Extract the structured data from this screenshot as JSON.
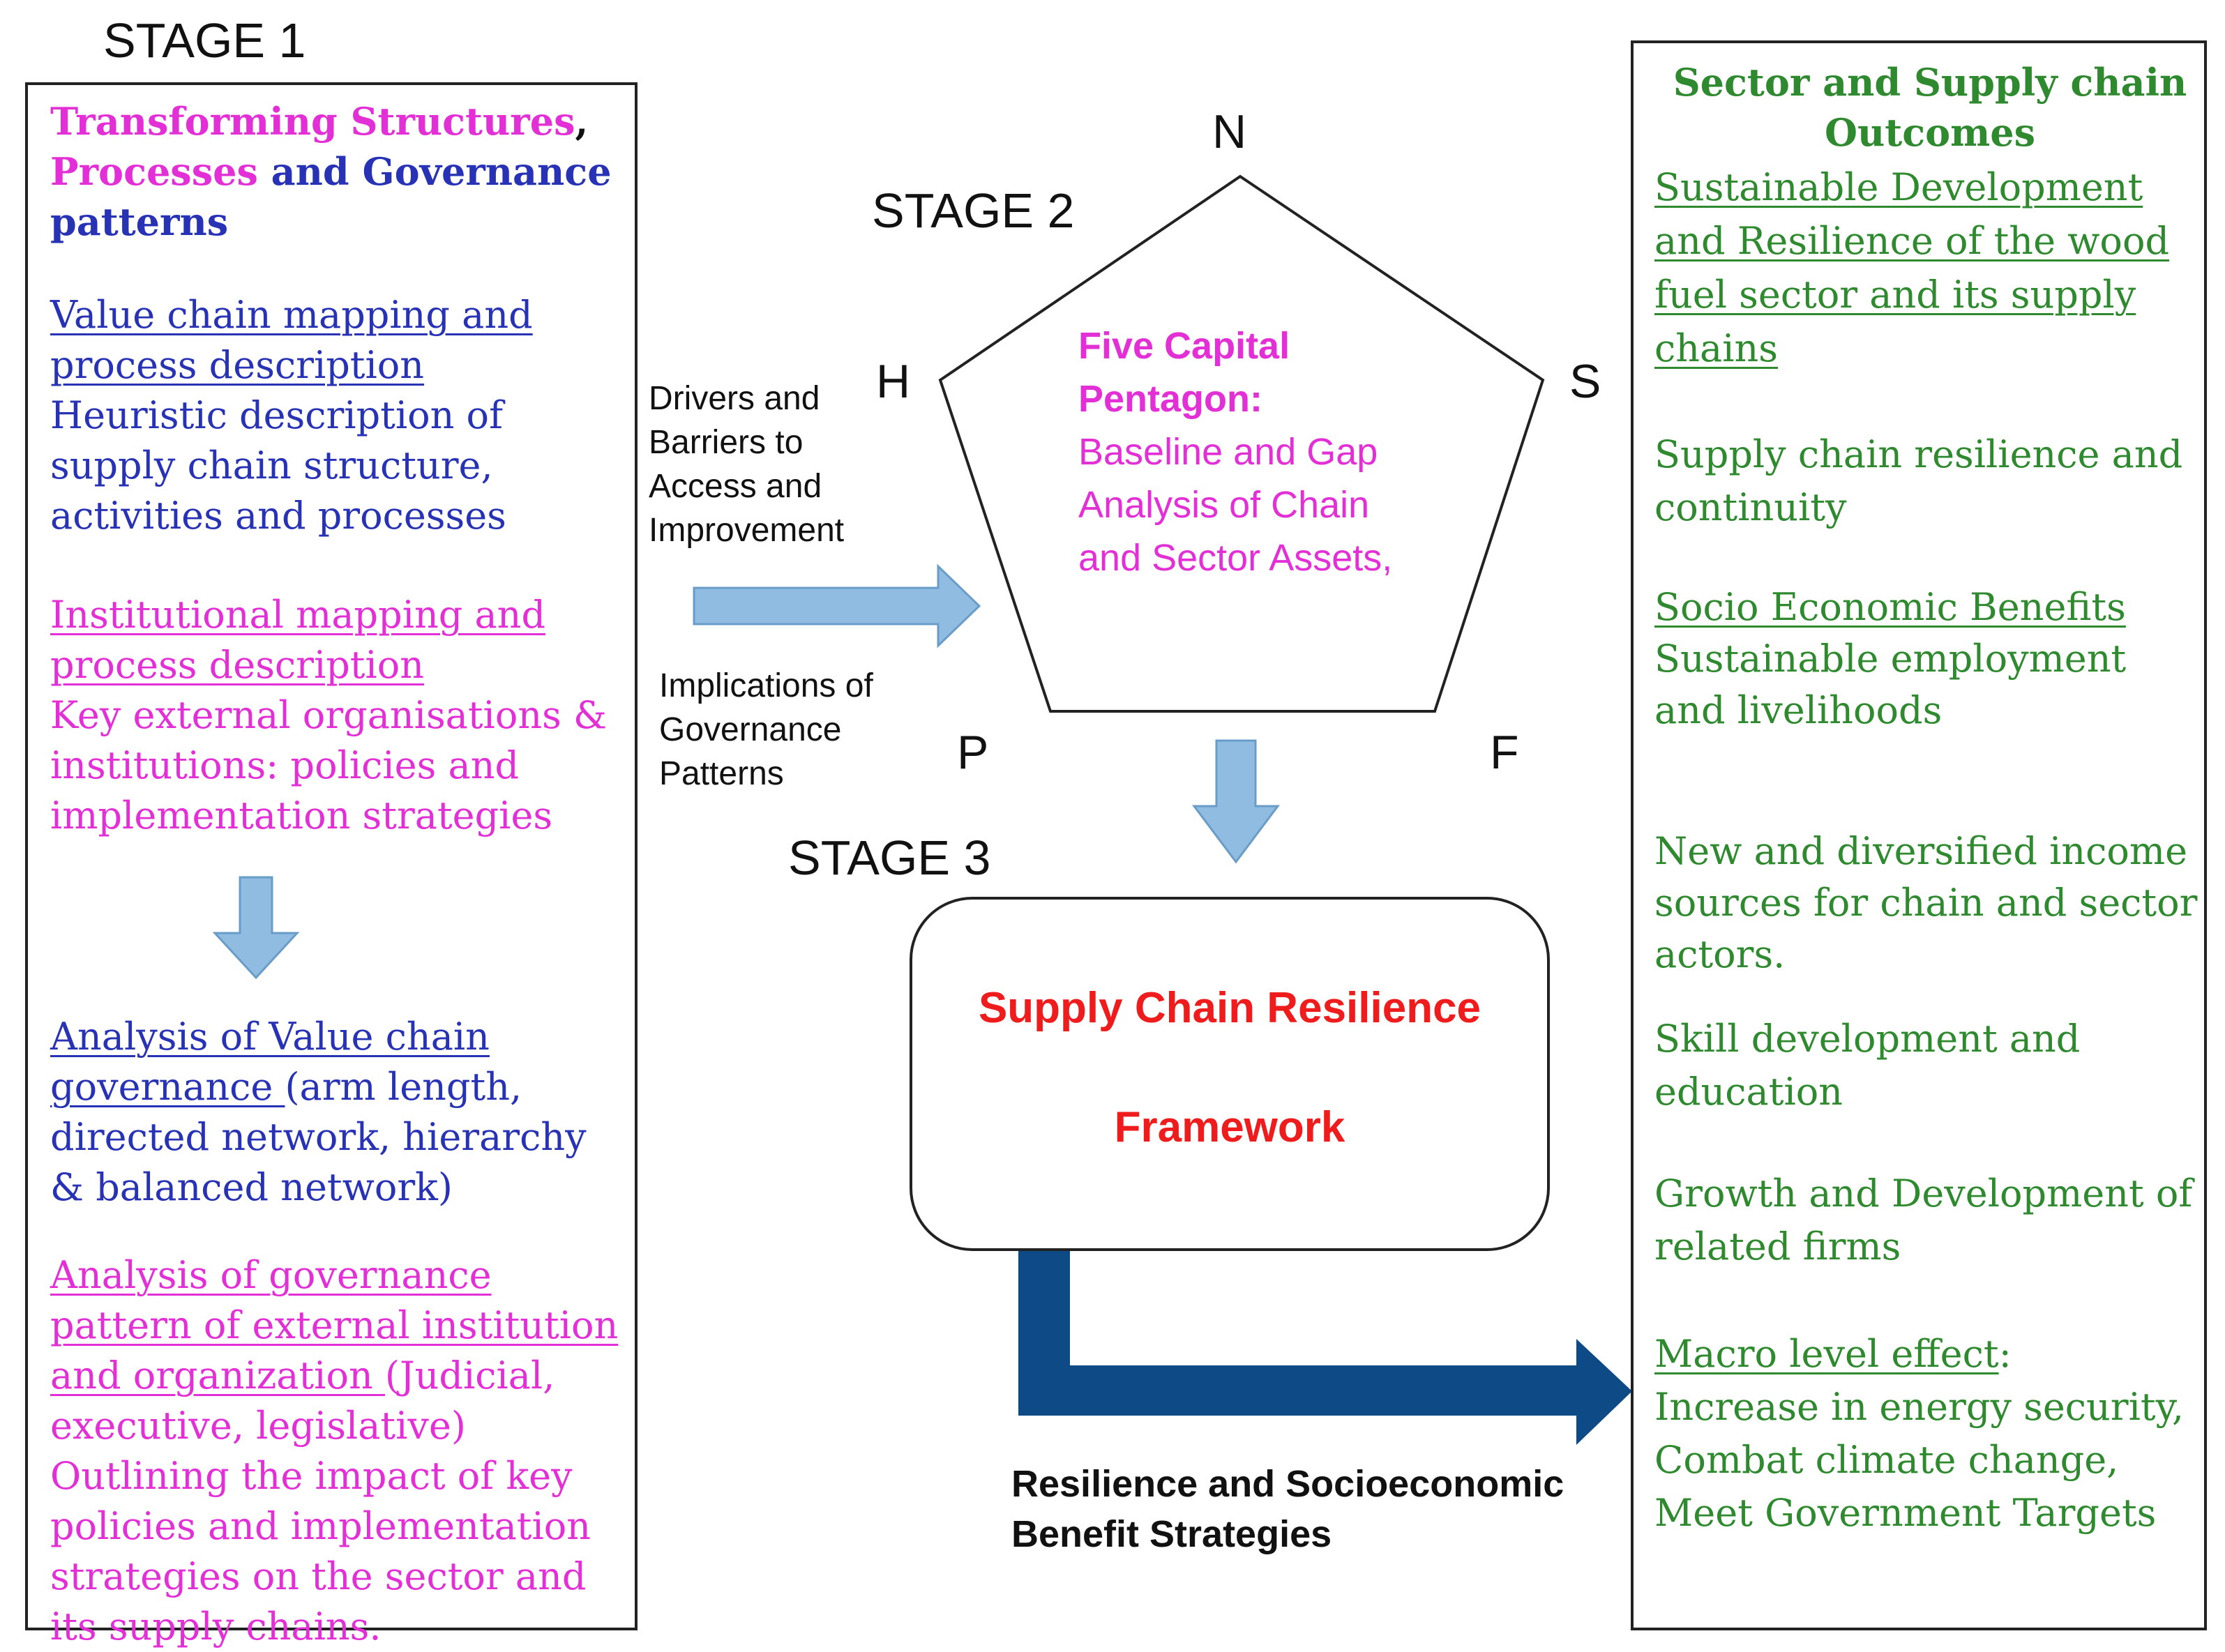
{
  "stage1": {
    "label": "STAGE 1",
    "title_part1": "Transforming Structures",
    "title_comma": ",",
    "title_part2": "Processes",
    "title_part3": " and Governance patterns",
    "s1_heading": "Value chain mapping and process description",
    "s1_body": "Heuristic description of supply chain structure, activities and  processes",
    "s2_heading": "Institutional  mapping and process description",
    "s2_body": "Key external organisations  & institutions: policies and implementation strategies",
    "s3_heading": "Analysis of Value chain governance ",
    "s3_body": "(arm length, directed network, hierarchy & balanced network)",
    "s4_heading": "Analysis of governance pattern of external institution and organization ",
    "s4_body": "(Judicial, executive, legislative) Outlining the impact of key policies and implementation strategies on the sector and its supply chains."
  },
  "stage2": {
    "label": "STAGE 2",
    "vertex_n": "N",
    "vertex_h": "H",
    "vertex_s": "S",
    "vertex_p": "P",
    "vertex_f": "F",
    "pentagon_title": "Five Capital Pentagon:",
    "pentagon_body": "Baseline and Gap Analysis of Chain and Sector Assets,",
    "drivers_note": "Drivers and Barriers to Access and Improvement",
    "implications_note": "Implications of Governance Patterns"
  },
  "stage3": {
    "label": "STAGE 3",
    "framework_line1": "Supply Chain Resilience",
    "framework_line2": "Framework",
    "strategies_label": "Resilience and Socioeconomic Benefit Strategies"
  },
  "outcomes": {
    "title": "Sector and Supply chain Outcomes",
    "o1_heading": "Sustainable Development and Resilience  of the wood fuel sector and its supply chains",
    "o2_body": "Supply chain resilience and continuity",
    "o3_heading": "Socio Economic Benefits",
    "o3_body": "Sustainable employment and livelihoods",
    "o4_body": "New and diversified income sources  for chain and sector actors.",
    "o5_body": "Skill development and education",
    "o6_body": "Growth and Development of related firms",
    "o7_heading": "Macro level effect",
    "o7_colon": ":",
    "o7_body": " Increase in energy security, Combat climate change, Meet Government Targets"
  },
  "colors": {
    "magenta": "#e32fd6",
    "blue": "#2732b5",
    "green": "#2f8a2f",
    "red": "#ee1c1c",
    "light_arrow": "#8fbce0",
    "dark_arrow": "#0e4a86"
  }
}
